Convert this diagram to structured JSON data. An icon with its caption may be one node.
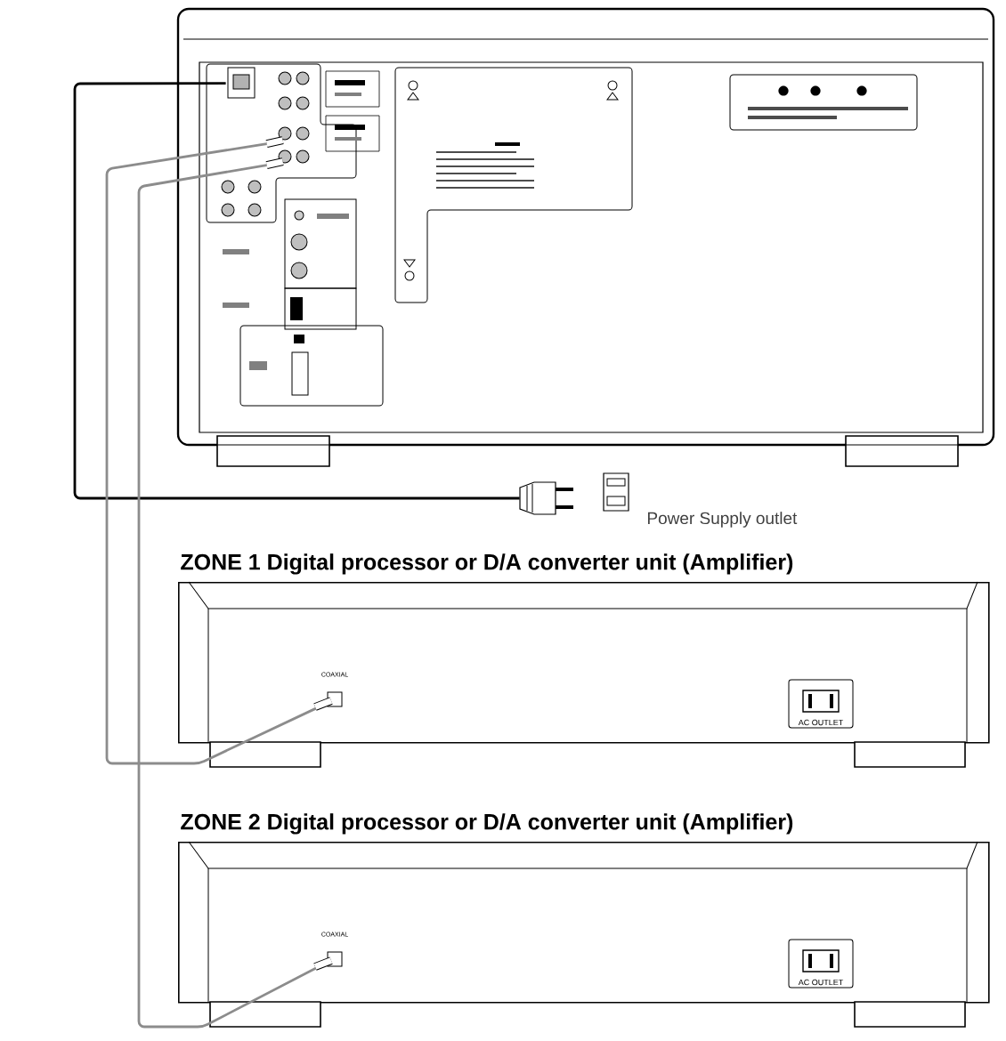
{
  "diagram": {
    "nodes": [
      {
        "text": [],
        "shape": "picture"
      },
      {
        "text": [
          "Power Supply outlet"
        ]
      },
      {
        "text": [
          "ZONE 1 Digital processor or D/A converter unit (Amplifier)",
          "COAXIAL",
          "AC OUTLET"
        ]
      },
      {
        "text": [
          "ZONE 2 Digital processor or D/A converter unit (Amplifier)",
          "COAXIAL",
          "AC OUTLET"
        ]
      }
    ],
    "edges": [
      {
        "from": 0,
        "to": 1,
        "arrow": "none",
        "color": "#000000"
      },
      {
        "from": 0,
        "to": 2,
        "arrow": "none"
      },
      {
        "from": 0,
        "to": 3,
        "arrow": "none"
      }
    ]
  }
}
